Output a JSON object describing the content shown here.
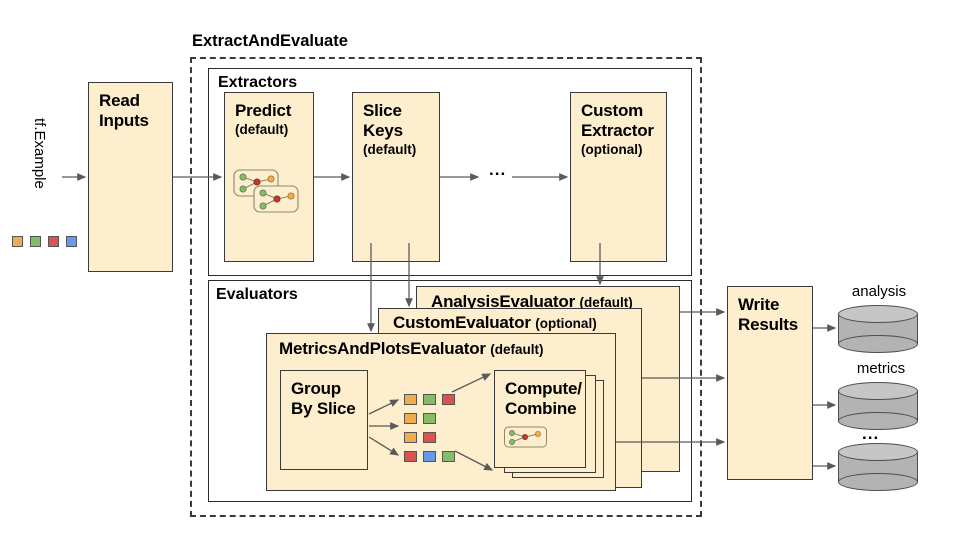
{
  "diagram": {
    "type": "flow-diagram",
    "title": "ExtractAndEvaluate",
    "input_label": "tf.Example",
    "colors": {
      "box_fill": "#fdeecd",
      "box_stroke": "#3a3a3a",
      "cylinder_fill": "#b3b3b3",
      "arrow": "#5a5a5a",
      "chip_orange": "#f0ad4e",
      "chip_green": "#86bb6a",
      "chip_red": "#d9534f",
      "chip_blue": "#6699e8"
    }
  },
  "nodes": {
    "read_inputs": {
      "title": "Read",
      "title2": "Inputs"
    },
    "extractors_group": {
      "label": "Extractors"
    },
    "evaluators_group": {
      "label": "Evaluators"
    },
    "predict": {
      "title": "Predict",
      "sub": "(default)"
    },
    "slice_keys": {
      "title": "Slice",
      "title2": "Keys",
      "sub": "(default)"
    },
    "ellipsis_extractors": {
      "label": "..."
    },
    "custom_extractor": {
      "title": "Custom",
      "title2": "Extractor",
      "sub": "(optional)"
    },
    "analysis_evaluator": {
      "title": "AnalysisEvaluator",
      "sub": "(default)"
    },
    "custom_evaluator": {
      "title": "CustomEvaluator",
      "sub": "(optional)"
    },
    "metrics_and_plots_evaluator": {
      "title": "MetricsAndPlotsEvaluator",
      "sub": "(default)"
    },
    "group_by_slice": {
      "title": "Group",
      "title2": "By Slice"
    },
    "compute_combine": {
      "title": "Compute/",
      "title2": "Combine"
    },
    "write_results": {
      "title": "Write",
      "title2": "Results"
    }
  },
  "outputs": [
    {
      "name": "analysis-cylinder",
      "label": "analysis"
    },
    {
      "name": "metrics-cylinder",
      "label": "metrics"
    },
    {
      "name": "more-cylinder",
      "label": "..."
    }
  ],
  "input_chips": [
    {
      "color": "#f0ad4e"
    },
    {
      "color": "#86bb6a"
    },
    {
      "color": "#d9534f"
    },
    {
      "color": "#6699e8"
    }
  ],
  "slice_chip_rows": [
    {
      "colors": [
        "#f0ad4e",
        "#86bb6a",
        "#d9534f"
      ]
    },
    {
      "colors": [
        "#f0ad4e",
        "#86bb6a"
      ]
    },
    {
      "colors": [
        "#f0ad4e",
        "#d9534f"
      ]
    },
    {
      "colors": [
        "#d9534f",
        "#6699e8",
        "#86bb6a"
      ]
    }
  ]
}
